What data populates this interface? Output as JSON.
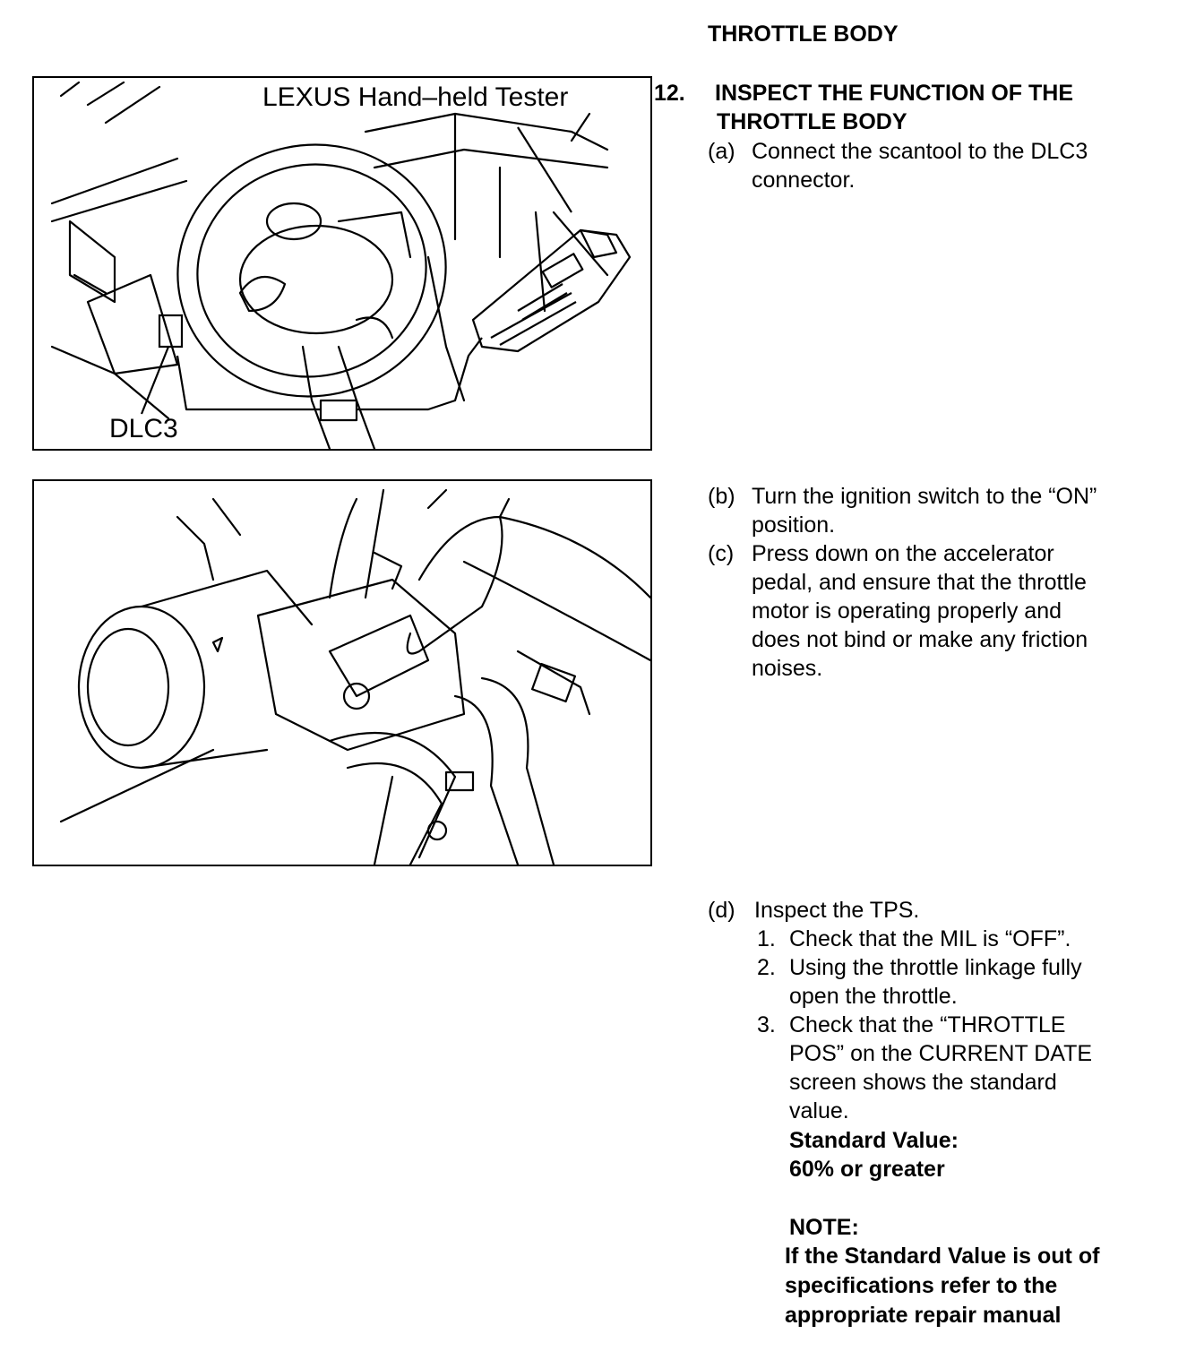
{
  "section_title": "THROTTLE BODY",
  "step": {
    "number": "12.",
    "heading_line1": "INSPECT THE FUNCTION OF THE",
    "heading_line2": "THROTTLE BODY"
  },
  "figures": {
    "figure1": {
      "label_top": "LEXUS Hand–held Tester",
      "label_bottom": "DLC3"
    },
    "figure2": {}
  },
  "steps": {
    "a": {
      "marker": "(a)",
      "lines": [
        "Connect the scantool to the DLC3",
        "connector."
      ]
    },
    "b": {
      "marker": "(b)",
      "lines": [
        "Turn the ignition switch to the “ON”",
        "position."
      ]
    },
    "c": {
      "marker": "(c)",
      "lines": [
        "Press down on the accelerator",
        "pedal, and ensure that the throttle",
        "motor is operating properly and",
        "does not bind or make any friction",
        "noises."
      ]
    },
    "d": {
      "marker": "(d)",
      "text": "Inspect the TPS.",
      "substeps": [
        {
          "num": "1.",
          "lines": [
            "Check that the MIL is “OFF”."
          ]
        },
        {
          "num": "2.",
          "lines": [
            "Using the throttle linkage fully",
            "open the throttle."
          ]
        },
        {
          "num": "3.",
          "lines": [
            "Check that the “THROTTLE",
            "POS” on the CURRENT DATE",
            "screen shows the standard",
            "value."
          ]
        }
      ],
      "standard_label": "Standard Value:",
      "standard_value": "60% or greater",
      "note_label": "NOTE:",
      "note_lines": [
        "If the Standard Value is out of",
        "specifications refer to the",
        "appropriate repair manual"
      ]
    }
  },
  "icons": [
    "steering-wheel-icon",
    "hand-held-tester-icon",
    "dlc3-connector-icon",
    "throttle-body-icon",
    "hand-icon"
  ]
}
